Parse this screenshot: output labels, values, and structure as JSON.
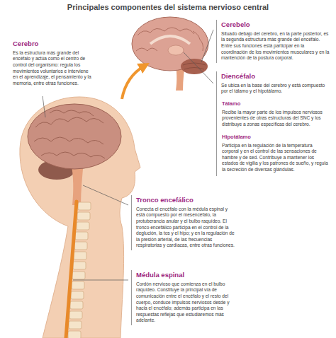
{
  "diagram": {
    "title": "Principales componentes del sistema nervioso central",
    "nodes": [
      {
        "text": [
          "Cerebro",
          "Es la estructura más grande del encéfalo y actúa como el centro de control del organismo: regula los movimientos voluntarios e interviene en el aprendizaje, el pensamiento y la memoria, entre otras funciones."
        ]
      },
      {
        "text": [
          "Cerebelo",
          "Situado debajo del cerebro, en la parte posterior, es la segunda estructura más grande del encéfalo. Entre sus funciones está participar en la coordinación de los movimientos musculares y en la mantención de la postura corporal."
        ]
      },
      {
        "text": [
          "Diencéfalo",
          "Se ubica en la base del cerebro y está compuesto por el tálamo y el hipotálamo."
        ]
      },
      {
        "text": [
          "Tálamo",
          "Recibe la mayor parte de los impulsos nerviosos provenientes de otras estructuras del SNC y los distribuye a zonas específicas del cerebro."
        ],
        "in": 2
      },
      {
        "text": [
          "Hipotálamo",
          "Participa en la regulación de la temperatura corporal y en el control de las sensaciones de hambre y de sed. Contribuye a mantener los estados de vigilia y los patrones de sueño, y regula la secreción de diversas glándulas."
        ],
        "in": 2
      },
      {
        "text": [
          "Tronco encefálico",
          "Conecta el encéfalo con la médula espinal y está compuesto por el mesencéfalo, la protuberancia anular y el bulbo raquídeo. El tronco encefálico participa en el control de la deglución, la tos y el hipo; y en la regulación de la presión arterial, de las frecuencias respiratorias y cardíacas, entre otras funciones."
        ]
      },
      {
        "text": [
          "Médula espinal",
          "Cordón nervioso que comienza en el bulbo raquídeo. Constituye la principal vía de comunicación entre el encéfalo y el resto del cuerpo, conduce impulsos nerviosos desde y hacia el encéfalo; además participa en las respuestas reflejas que estudiaremos más adelante."
        ]
      }
    ]
  }
}
